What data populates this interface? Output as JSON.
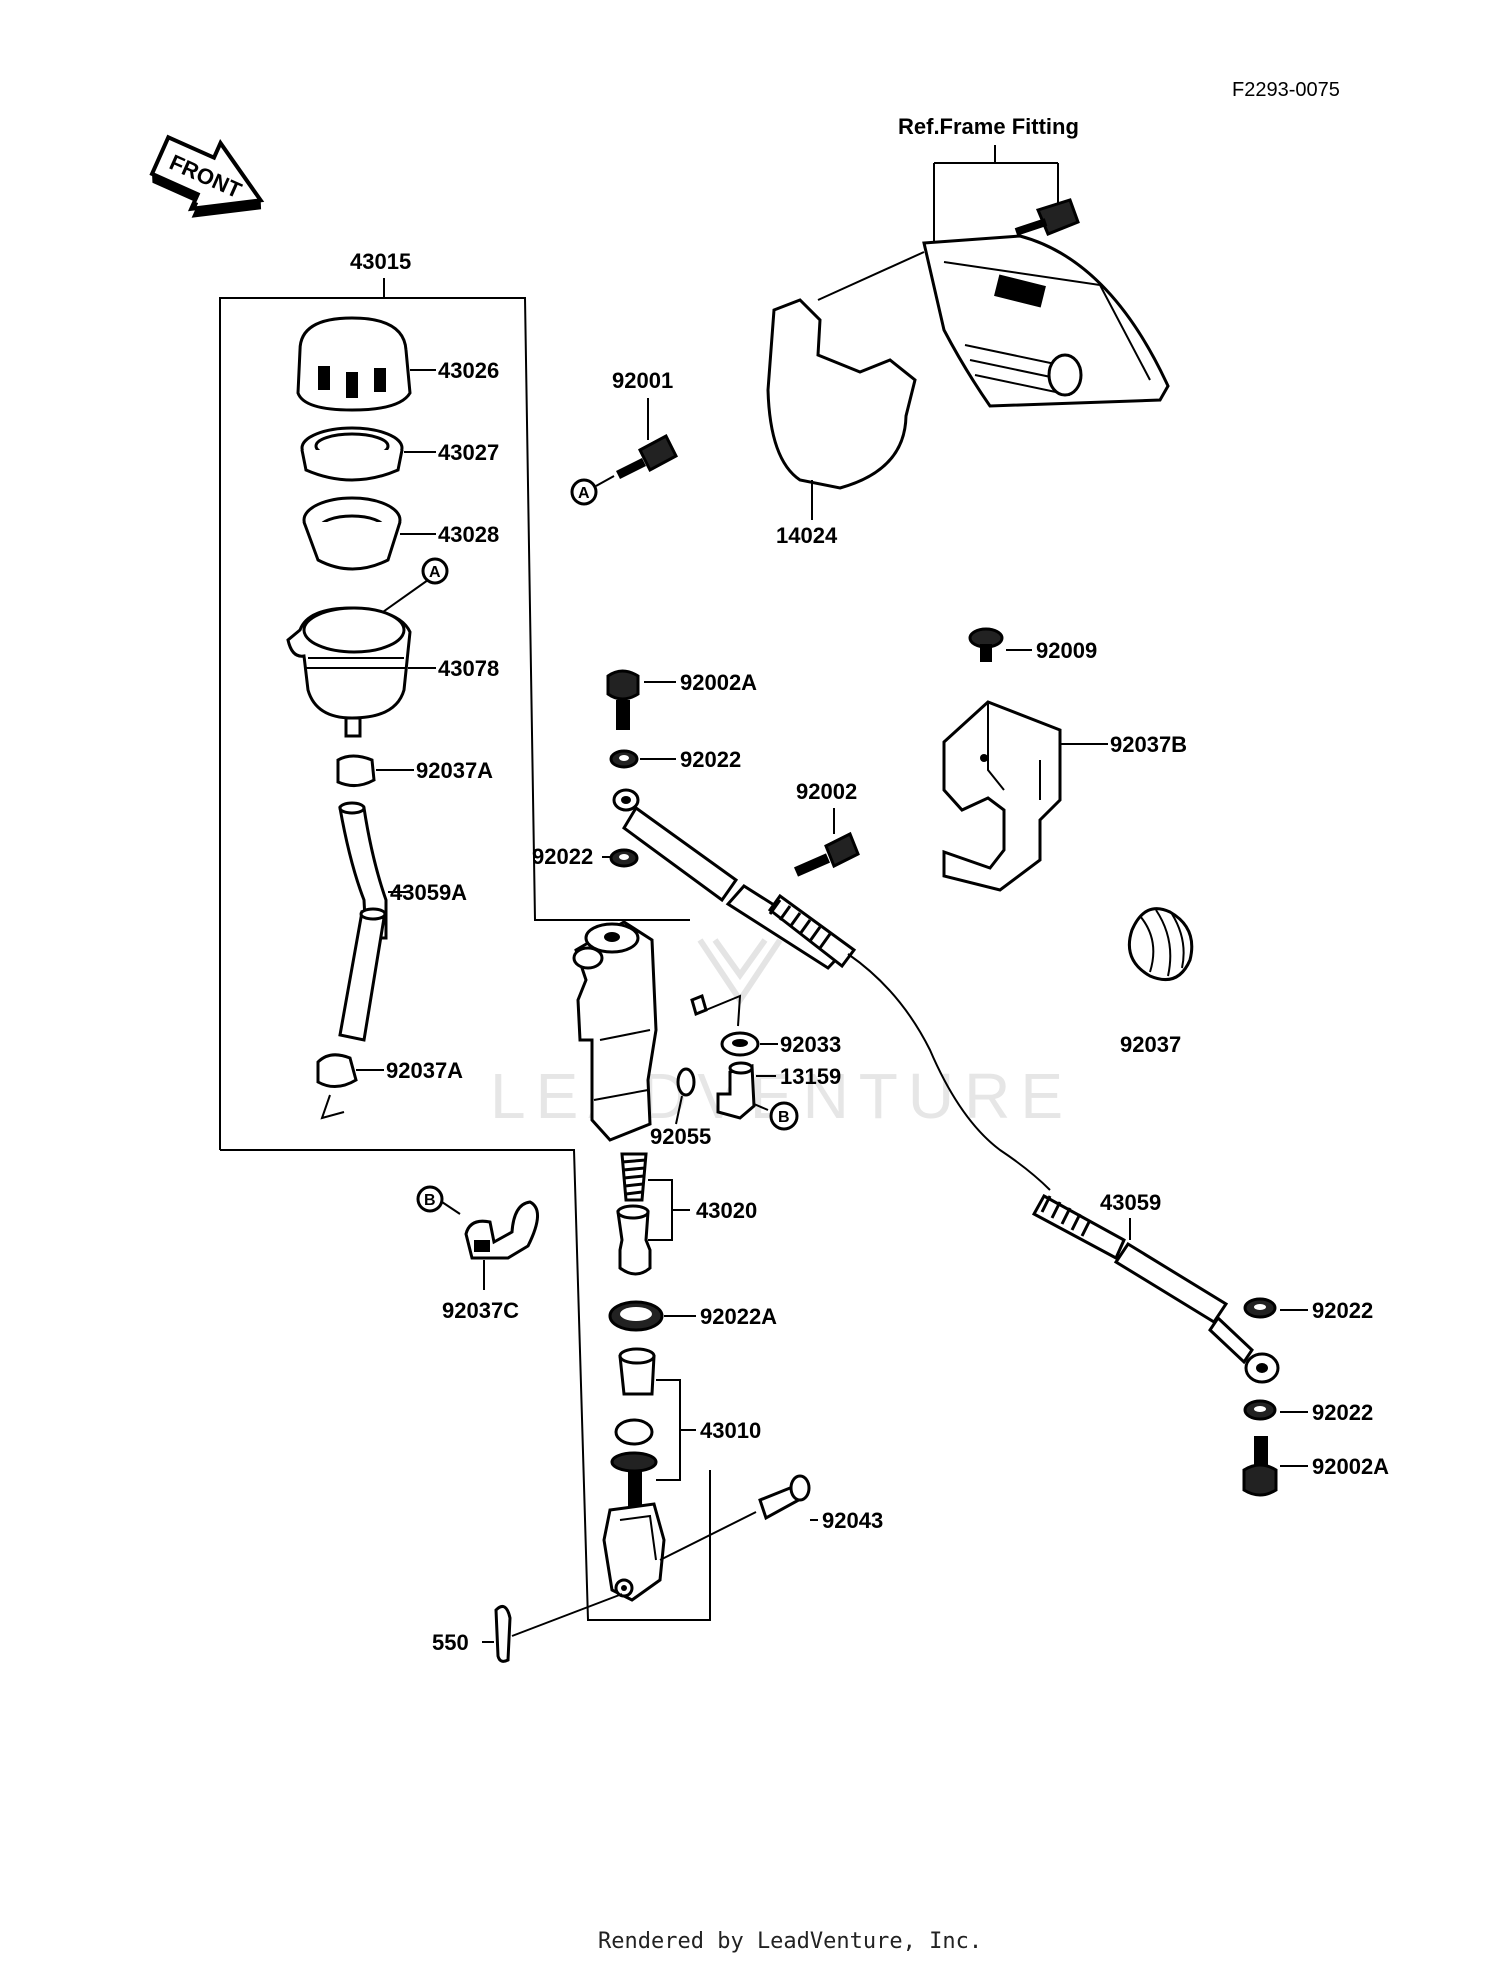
{
  "diagram_code": "F2293-0075",
  "ref_frame_fitting": "Ref.Frame Fitting",
  "front_arrow_label": "FRONT",
  "watermark": "LEADVENTURE",
  "footer": "Rendered by LeadVenture, Inc.",
  "callout_letters": {
    "a": "A",
    "b": "B"
  },
  "parts": {
    "p43015": "43015",
    "p43026": "43026",
    "p43027": "43027",
    "p43028": "43028",
    "p43078": "43078",
    "p92037A_top": "92037A",
    "p43059A": "43059A",
    "p92037A_bottom": "92037A",
    "p92001": "92001",
    "p14024": "14024",
    "p92009": "92009",
    "p92002A_top": "92002A",
    "p92022_a": "92022",
    "p92002": "92002",
    "p92037B": "92037B",
    "p92022_b": "92022",
    "p92037": "92037",
    "p92033": "92033",
    "p13159": "13159",
    "p92055": "92055",
    "p43020": "43020",
    "p92037C": "92037C",
    "p43059": "43059",
    "p92022A": "92022A",
    "p92022_c": "92022",
    "p43010": "43010",
    "p92022_d": "92022",
    "p92002A_bottom": "92002A",
    "p92043": "92043",
    "p550": "550"
  }
}
